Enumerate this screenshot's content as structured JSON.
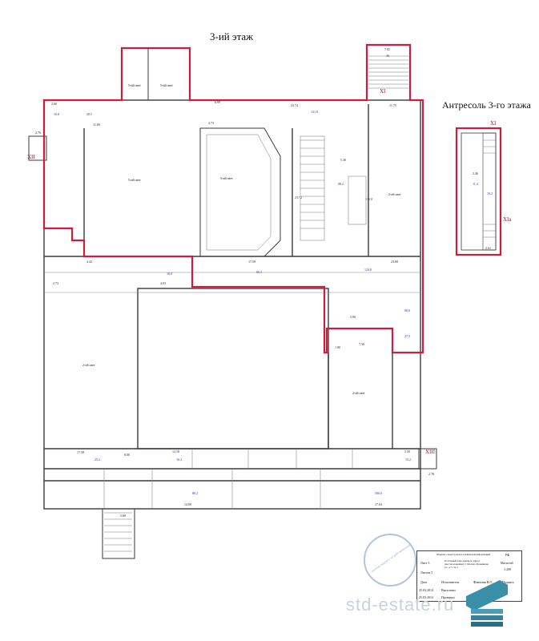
{
  "titles": {
    "floor": "3-ий этаж",
    "mezzanine": "Антресоль 3-го этажа"
  },
  "sections": {
    "xi_top": "XI",
    "xii_left": "XII",
    "xi_mez": "XI",
    "xia_mez": "XIa",
    "xiii_right": "XIII"
  },
  "zones": {
    "z1": "5-ий свет",
    "z2": "5-ий свет",
    "z3": "5-ий свет",
    "z4": "5-ий свет",
    "z5": "2-ой свет",
    "z6": "2-ой свет",
    "z7": "2-ой свет"
  },
  "rooms": [
    {
      "id": "t1",
      "text": "7.65"
    },
    {
      "id": "t2",
      "text": "36"
    },
    {
      "id": "t3",
      "text": "23.74"
    },
    {
      "id": "t4",
      "text": "131.8"
    },
    {
      "id": "t5",
      "text": "11.75"
    },
    {
      "id": "t6",
      "text": "2.60"
    },
    {
      "id": "t7",
      "text": "10.8"
    },
    {
      "id": "t8",
      "text": "28.5"
    },
    {
      "id": "t9",
      "text": "11.80"
    },
    {
      "id": "t10",
      "text": "6.99"
    },
    {
      "id": "t11",
      "text": "3.73"
    },
    {
      "id": "t12",
      "text": "237.2"
    },
    {
      "id": "t13",
      "text": "88.2"
    },
    {
      "id": "t14",
      "text": "130.8"
    },
    {
      "id": "t15",
      "text": "17.58"
    },
    {
      "id": "t16",
      "text": "90.3"
    },
    {
      "id": "t17",
      "text": "23.68"
    },
    {
      "id": "t18",
      "text": "124.0"
    },
    {
      "id": "t19",
      "text": "5.30"
    },
    {
      "id": "t20",
      "text": "98.0"
    },
    {
      "id": "t21",
      "text": "27.5"
    },
    {
      "id": "t22",
      "text": "5.90"
    },
    {
      "id": "t23",
      "text": "7.30"
    },
    {
      "id": "t24",
      "text": "17.58"
    },
    {
      "id": "t25",
      "text": "25.2"
    },
    {
      "id": "t26",
      "text": "8.00"
    },
    {
      "id": "t27",
      "text": "16.3"
    },
    {
      "id": "t28",
      "text": "12.18"
    },
    {
      "id": "t29",
      "text": "80.2"
    },
    {
      "id": "t30",
      "text": "14.00"
    },
    {
      "id": "t31",
      "text": "500.0"
    },
    {
      "id": "t32",
      "text": "17.63"
    },
    {
      "id": "t33",
      "text": "5.68"
    },
    {
      "id": "t34",
      "text": "5.50"
    },
    {
      "id": "t35",
      "text": "15.2"
    },
    {
      "id": "t36",
      "text": "2.76"
    },
    {
      "id": "t37",
      "text": "2.78"
    },
    {
      "id": "t38",
      "text": "2.73"
    },
    {
      "id": "t39",
      "text": "4.42"
    },
    {
      "id": "t40",
      "text": "18.0"
    },
    {
      "id": "t41",
      "text": "4.03"
    },
    {
      "id": "t42",
      "text": "1.80"
    },
    {
      "id": "t43",
      "text": "2.46"
    },
    {
      "id": "t44",
      "text": "2.61"
    },
    {
      "id": "t45",
      "text": "11.4"
    },
    {
      "id": "t46",
      "text": "19.2"
    }
  ],
  "stamp": {
    "sheet_label": "Лист 3",
    "sheets_label": "Листов 5",
    "scale_label": "Масштаб",
    "scale_value": "1:200",
    "region": "РФ",
    "date_label": "Дата",
    "executor_label": "Исполнитель",
    "executor_name": "Фамилия И.О.",
    "signature_label": "Подпись",
    "date1": "25.03.2014",
    "date1_role": "Выполнил",
    "date2": "25.03.2014",
    "date2_role": "Проверил",
    "plan_desc": "Поэтажный план здания по адресу (местоположению): г. Москва, Мельникова ул., д.7, стр.1",
    "object_desc": "Объекты с кадастровой и технической информацией"
  },
  "seal_text": "учетная надпись не действительна",
  "watermark": "std-estate.ru",
  "colors": {
    "boundary": "#d21a3a",
    "wall": "#3a3a3a",
    "room_text": "#2a2aa0"
  }
}
